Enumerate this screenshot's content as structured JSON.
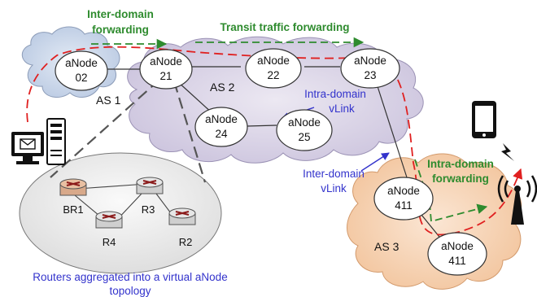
{
  "nodes": {
    "n02": [
      "aNode",
      "02"
    ],
    "n21": [
      "aNode",
      "21"
    ],
    "n22": [
      "aNode",
      "22"
    ],
    "n23": [
      "aNode",
      "23"
    ],
    "n24": [
      "aNode",
      "24"
    ],
    "n25": [
      "aNode",
      "25"
    ],
    "n411a": [
      "aNode",
      "411"
    ],
    "n411b": [
      "aNode",
      "411"
    ]
  },
  "as_labels": {
    "as1": "AS 1",
    "as2": "AS 2",
    "as3": "AS 3"
  },
  "annotations": {
    "inter_domain_forwarding": [
      "Inter-domain",
      "forwarding"
    ],
    "transit_traffic_forwarding": "Transit traffic forwarding",
    "intra_domain_vlink": [
      "Intra-domain",
      "vLink"
    ],
    "inter_domain_vlink": [
      "Inter-domain",
      "vLink"
    ],
    "intra_domain_forwarding": [
      "Intra-domain",
      "forwarding"
    ]
  },
  "routers": {
    "br1": "BR1",
    "r2": "R2",
    "r3": "R3",
    "r4": "R4"
  },
  "caption": [
    "Routers aggregated into a virtual aNode",
    "topology"
  ],
  "colors": {
    "as1_cloud": "#c9d6ea",
    "as2_cloud": "#d9d3e6",
    "as3_cloud": "#f6d3b4",
    "route_red": "#e02020",
    "green_text": "#2e8b2e",
    "blue_text": "#3333cc"
  },
  "icons": [
    "computer-icon",
    "smartphone-icon",
    "cell-tower-icon",
    "router-icon"
  ]
}
